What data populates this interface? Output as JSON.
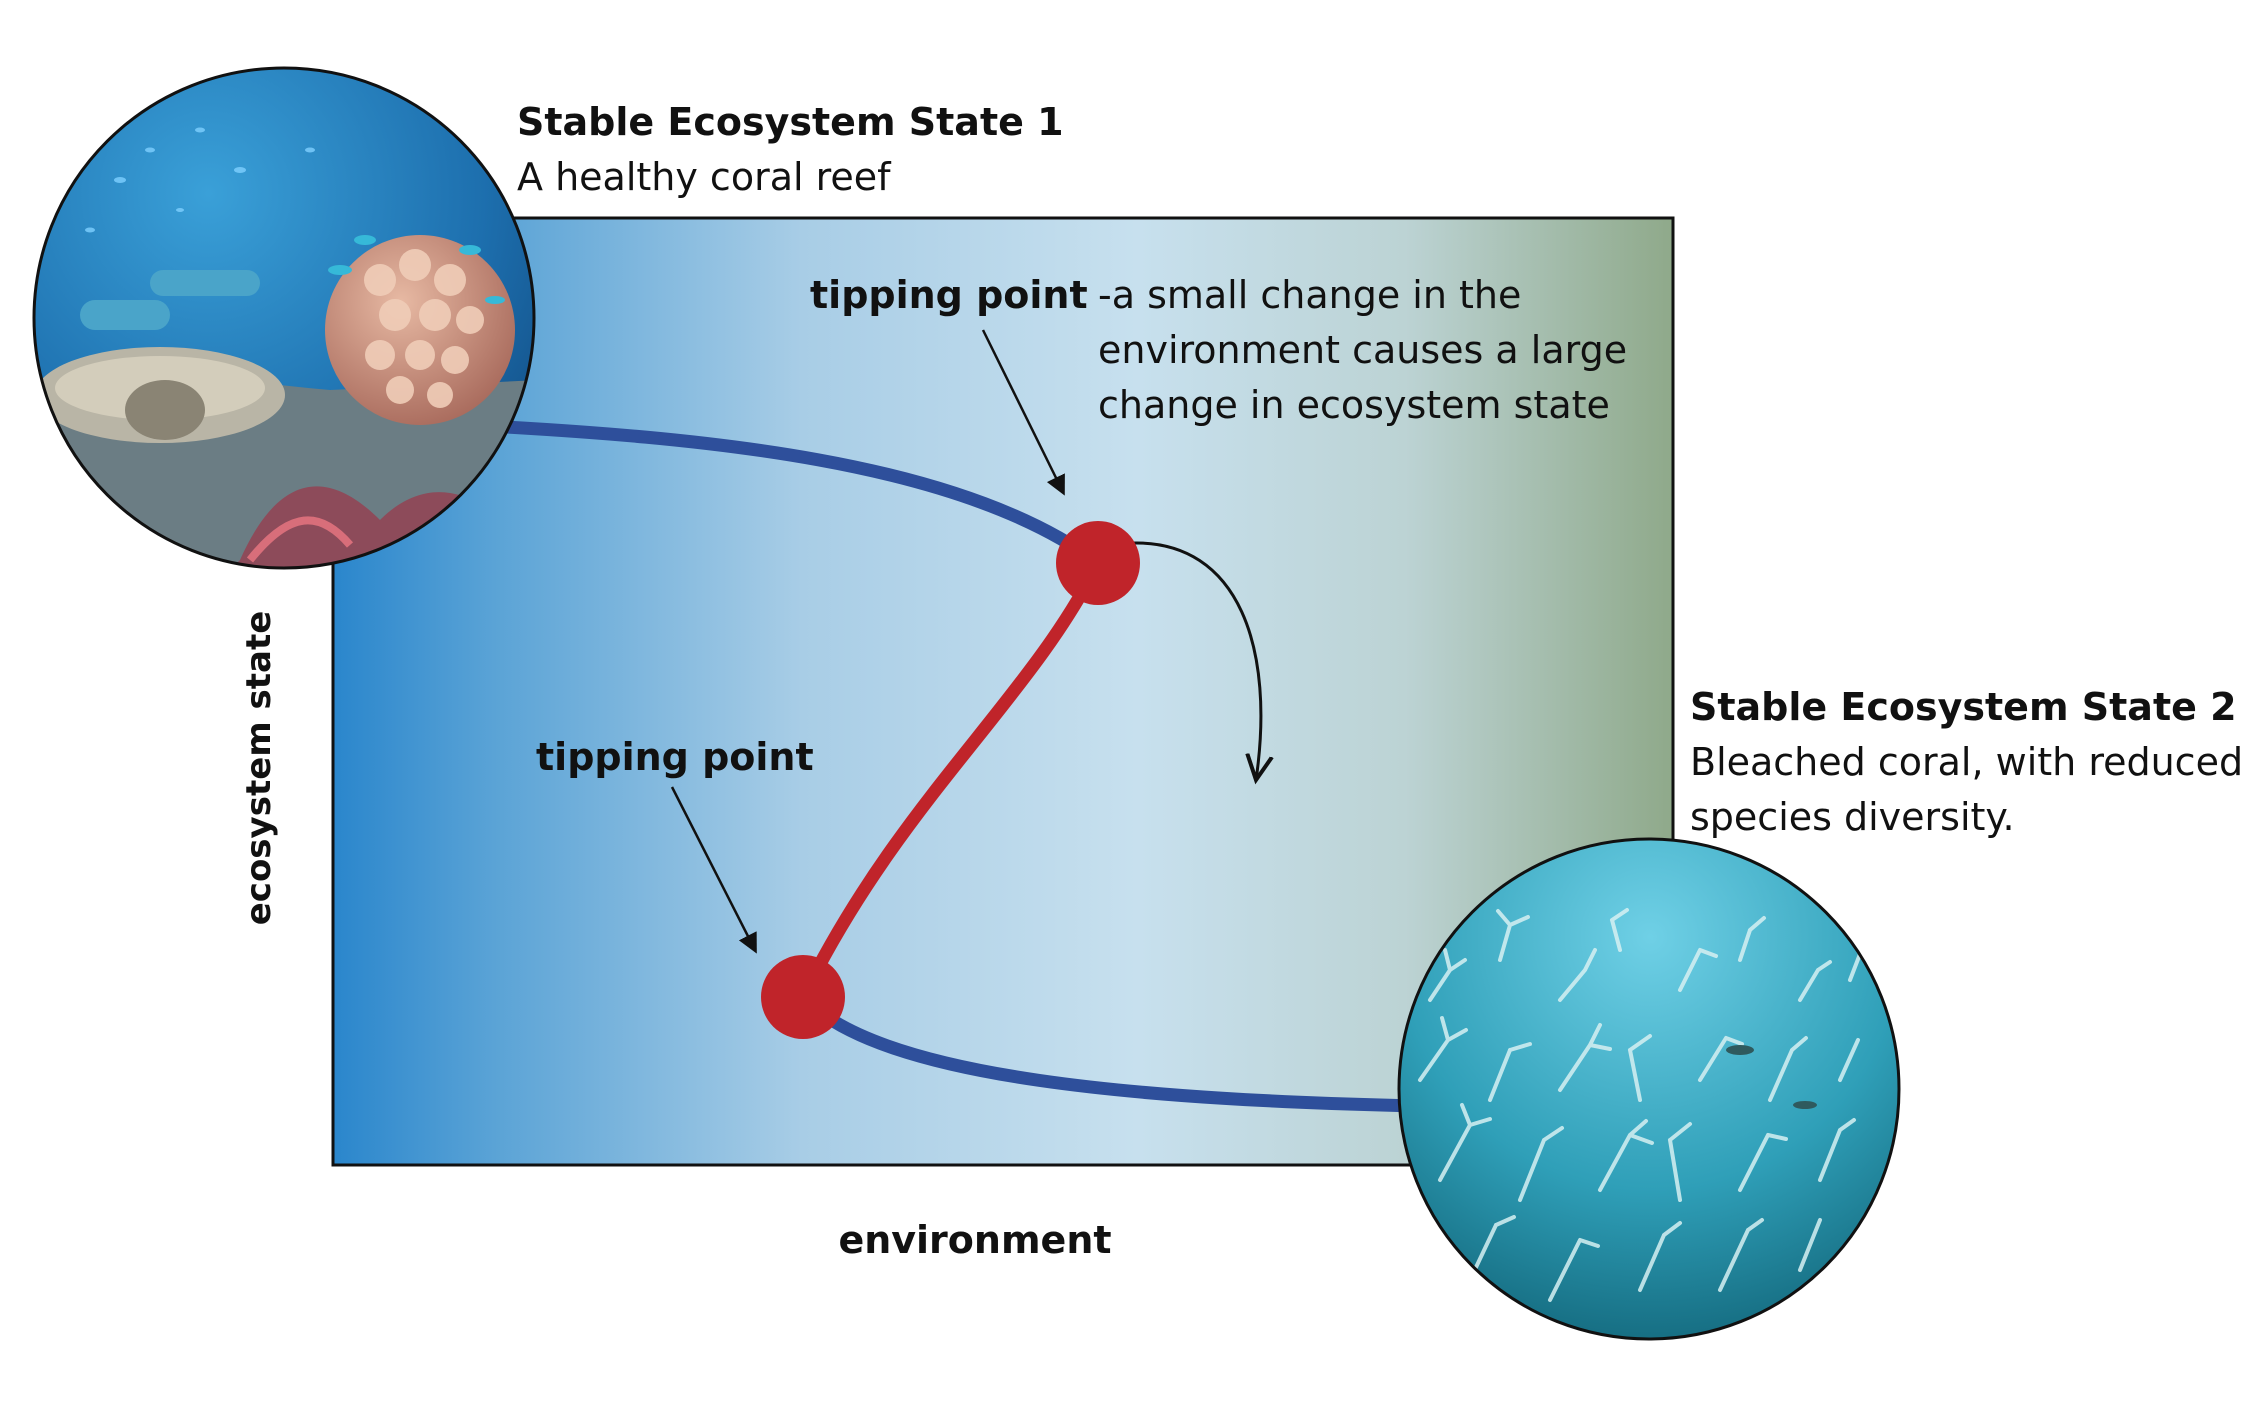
{
  "diagram": {
    "title": "",
    "axes": {
      "y_label": "ecosystem state",
      "x_label": "environment"
    },
    "state1": {
      "title": "Stable Ecosystem State 1",
      "description": "A healthy coral reef",
      "image_icon": "healthy-coral-reef-photo"
    },
    "state2": {
      "title": "Stable Ecosystem State 2",
      "description_lines": [
        "Bleached coral, with reduced",
        "species diversity."
      ],
      "image_icon": "bleached-coral-photo"
    },
    "tipping_upper": {
      "label": "tipping point",
      "explanation_lines": [
        "-a small change in the",
        "environment causes a large",
        "change in ecosystem state"
      ]
    },
    "tipping_lower": {
      "label": "tipping point"
    },
    "colors": {
      "stable_branch": "#2e4f9b",
      "unstable_branch": "#c0242a",
      "tipping_marker": "#c0242a",
      "panel_left": "#2a86cc",
      "panel_mid": "#c7e0ee",
      "panel_right": "#8fa98a",
      "arrow": "#111111"
    }
  }
}
